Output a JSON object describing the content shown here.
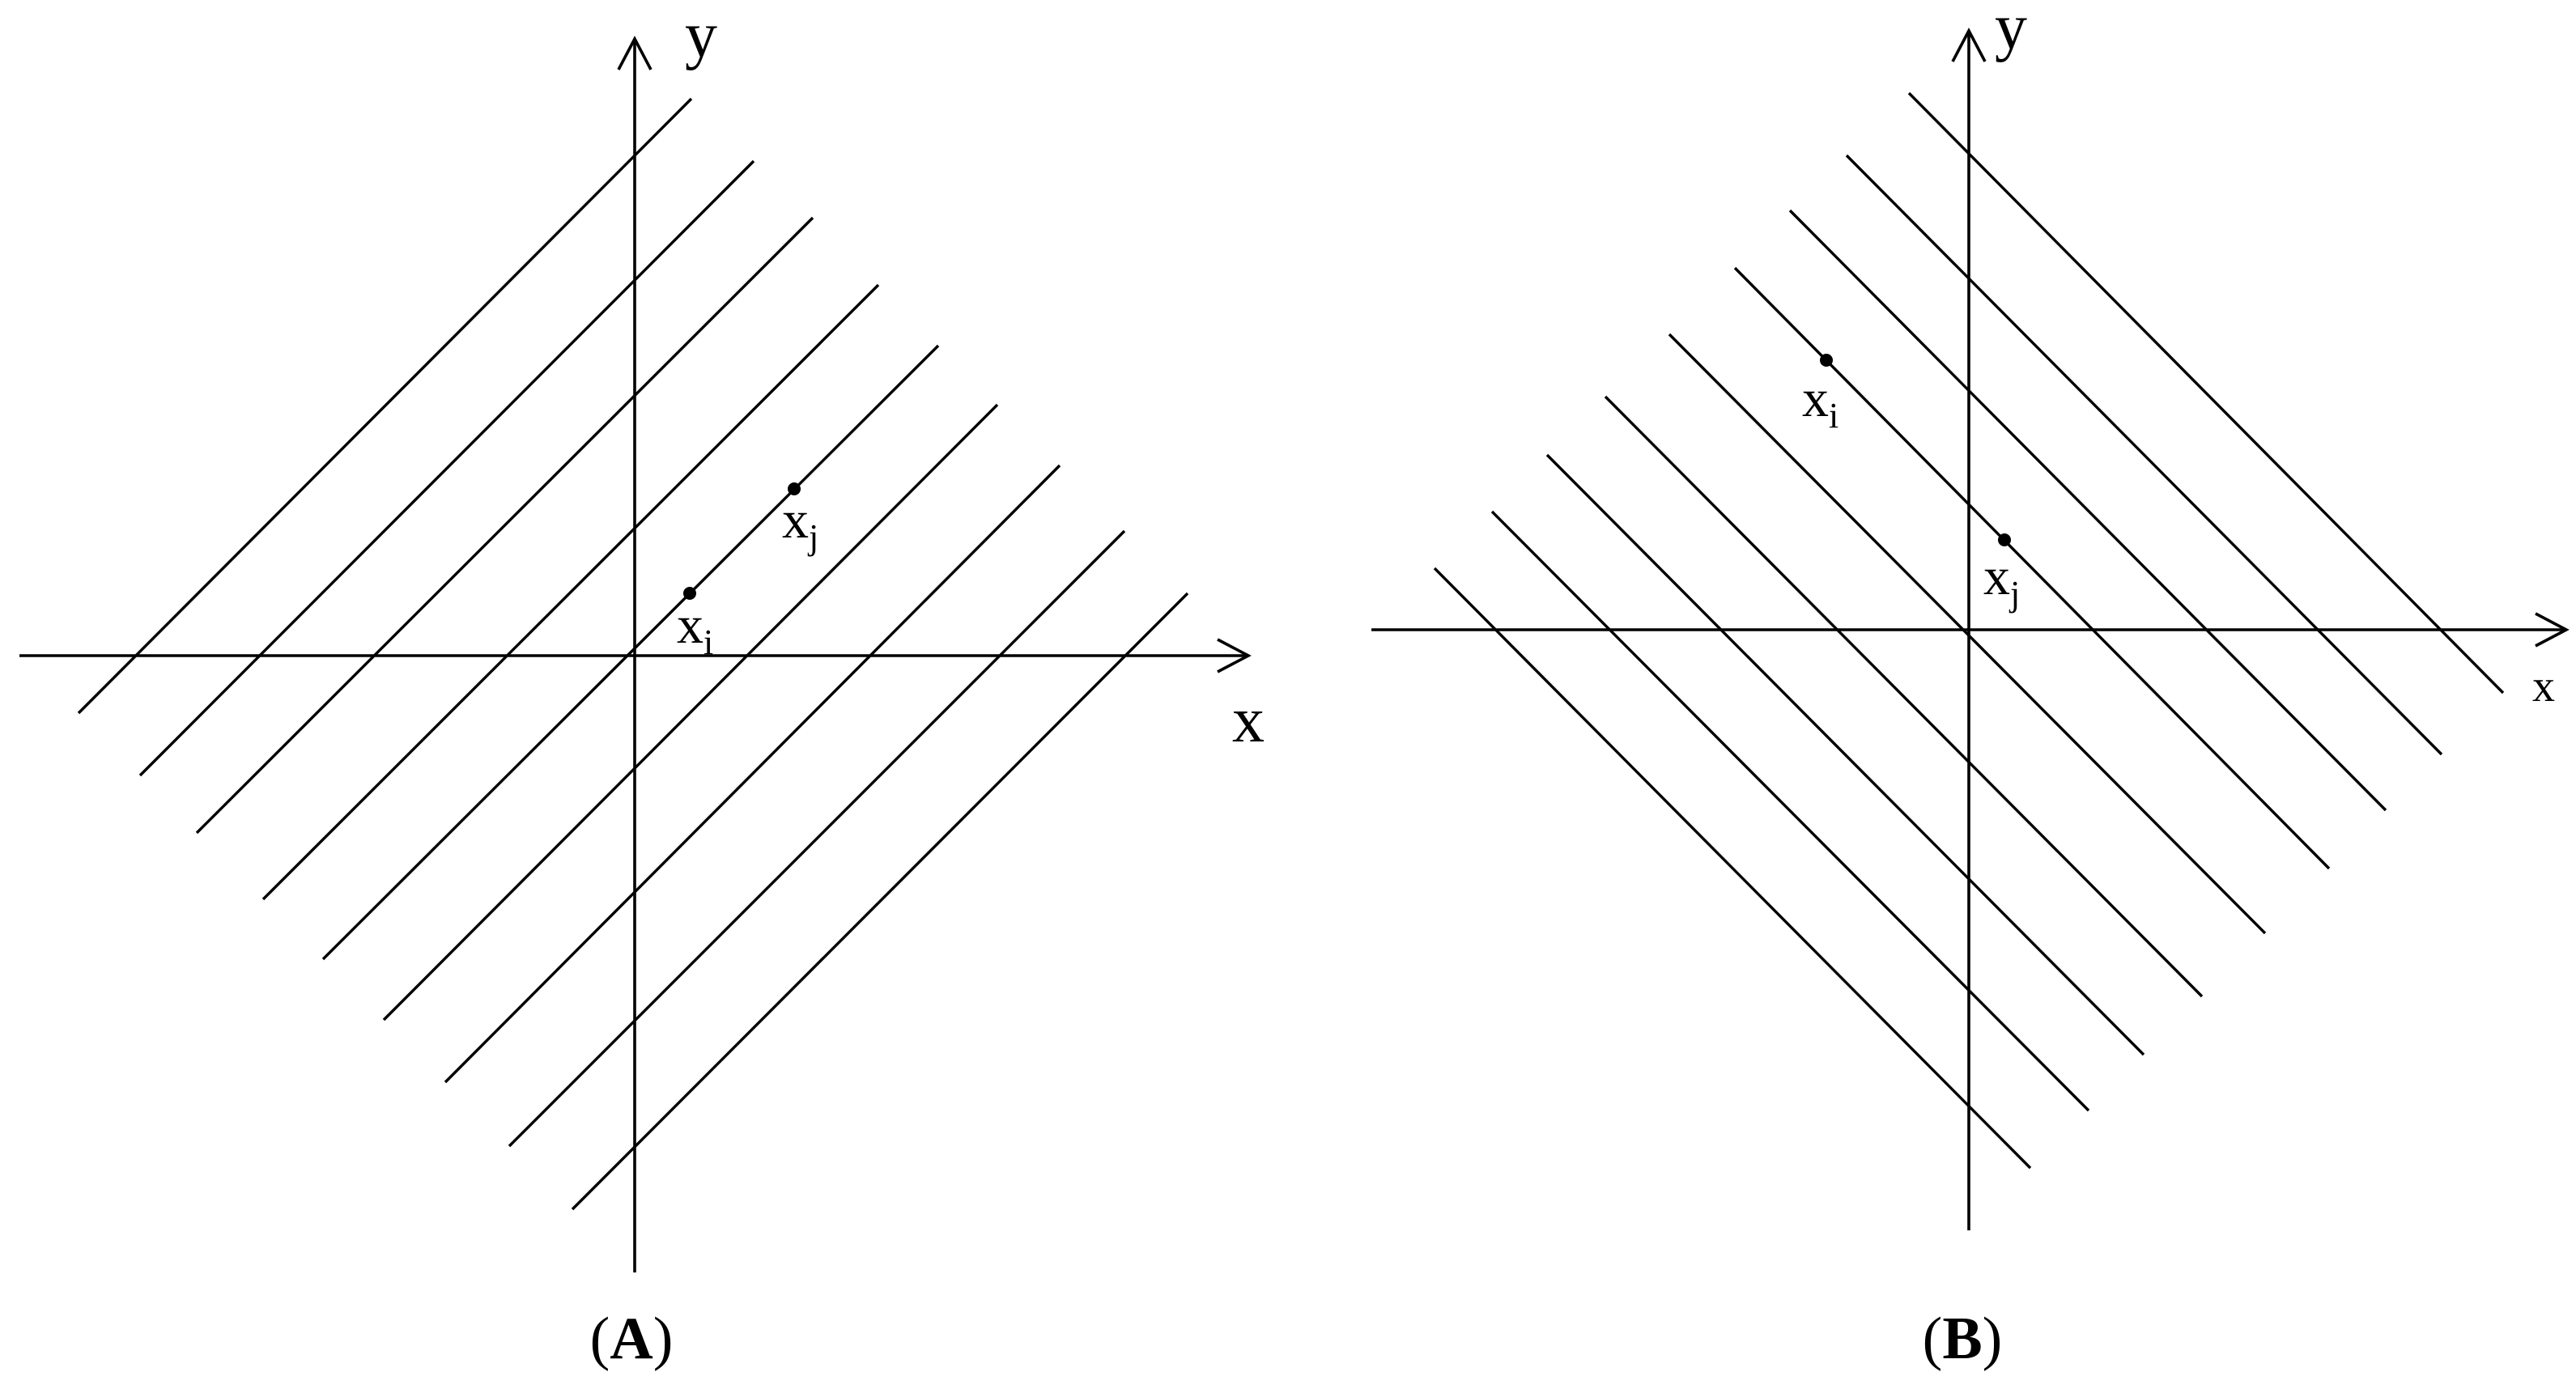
{
  "panels": [
    {
      "id": "A",
      "label_open": "(",
      "label_letter": "A",
      "label_close": ")",
      "x_axis_label": "x",
      "y_axis_label": "y",
      "point_i": {
        "base": "x",
        "sub": "i"
      },
      "point_j": {
        "base": "x",
        "sub": "j"
      },
      "line_orientation": "positive-slope",
      "line_count": 9
    },
    {
      "id": "B",
      "label_open": "(",
      "label_letter": "B",
      "label_close": ")",
      "x_axis_label": "x",
      "y_axis_label": "y",
      "point_i": {
        "base": "x",
        "sub": "i"
      },
      "point_j": {
        "base": "x",
        "sub": "j"
      },
      "line_orientation": "negative-slope",
      "line_count": 9
    }
  ],
  "colors": {
    "ink": "#000000",
    "background": "#ffffff"
  }
}
